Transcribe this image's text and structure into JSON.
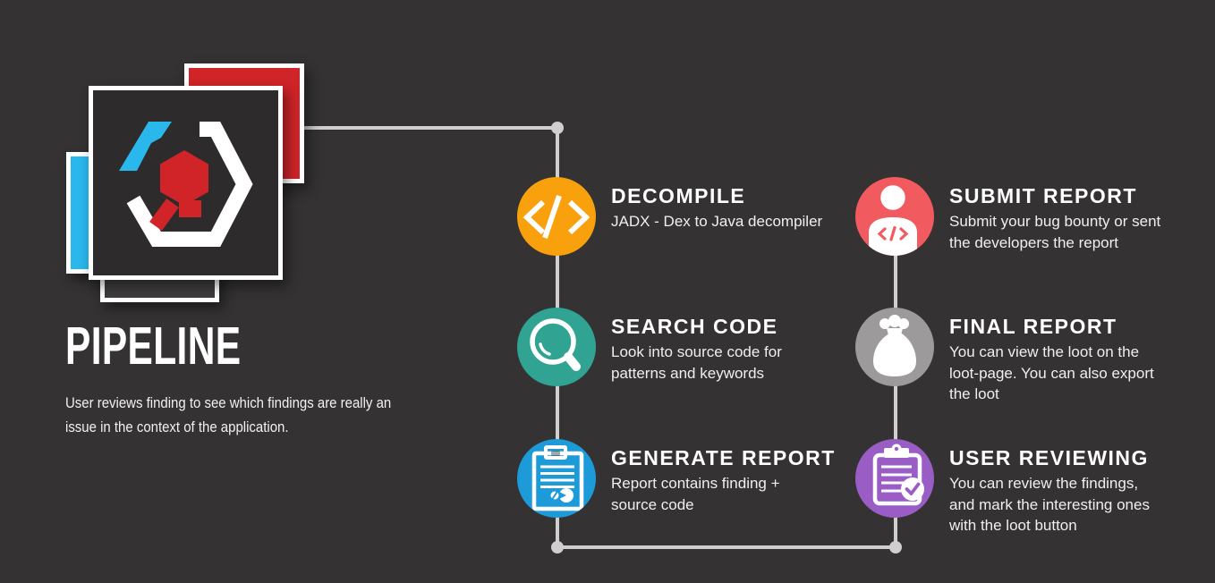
{
  "canvas": {
    "background": "#343232",
    "line_color": "#D0CECE"
  },
  "logo": {
    "red": "#D02428",
    "blue": "#29B7EC",
    "panel_dark": "#2D2B2B",
    "bar_dark": "#3E3C3C",
    "white": "#FFFFFF"
  },
  "header": {
    "title": "PIPELINE",
    "description": "User reviews finding to see which findings are really an\nissue in the context of the application."
  },
  "steps": [
    {
      "id": "decompile",
      "title": "DECOMPILE",
      "description": "JADX - Dex to Java decompiler",
      "color": "#F9A00D",
      "icon": "code-icon"
    },
    {
      "id": "search-code",
      "title": "SEARCH CODE",
      "description": "Look into source code for\npatterns and keywords",
      "color": "#31A393",
      "icon": "search-icon"
    },
    {
      "id": "generate-report",
      "title": "GENERATE REPORT",
      "description": "Report contains finding +\nsource code",
      "color": "#1C9BD8",
      "icon": "report-icon"
    },
    {
      "id": "submit-report",
      "title": "SUBMIT REPORT",
      "description": "Submit your bug bounty or sent\nthe developers the report",
      "color": "#F15B5F",
      "icon": "person-icon"
    },
    {
      "id": "final-report",
      "title": "FINAL REPORT",
      "description": "You can view the loot on the\nloot-page. You can also export\nthe loot",
      "color": "#9C9A9A",
      "icon": "money-bag-icon"
    },
    {
      "id": "user-reviewing",
      "title": "USER REVIEWING",
      "description": "You can review the findings,\nand mark the interesting ones\nwith the loot button",
      "color": "#9A5DC6",
      "icon": "clipboard-check-icon"
    }
  ]
}
